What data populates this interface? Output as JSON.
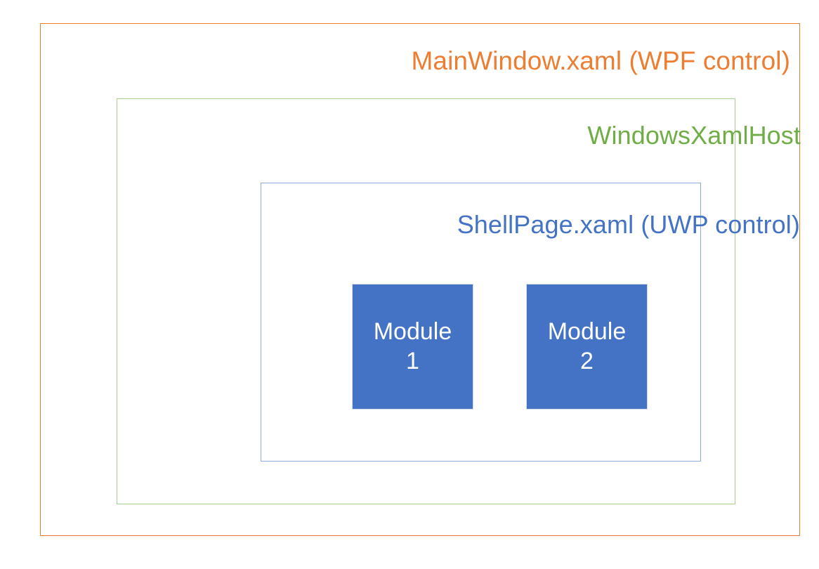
{
  "diagram": {
    "title": "WPF / UWP XAML Islands hosting hierarchy",
    "background_color": "#FFFFFF",
    "layers": [
      {
        "id": "mainwindow",
        "label": "MainWindow.xaml (WPF control)",
        "border_color": "#ED7D31",
        "text_color": "#ED7D31"
      },
      {
        "id": "xamlhost",
        "label": "WindowsXamlHost",
        "border_color": "#A9D18E",
        "text_color": "#70AD47"
      },
      {
        "id": "shellpage",
        "label": "ShellPage.xaml (UWP control)",
        "border_color": "#8FAADC",
        "text_color": "#4472C4"
      }
    ],
    "modules": [
      {
        "name": "Module",
        "index": "1",
        "fill_color": "#4472C4",
        "text_color": "#FFFFFF"
      },
      {
        "name": "Module",
        "index": "2",
        "fill_color": "#4472C4",
        "text_color": "#FFFFFF"
      }
    ]
  }
}
